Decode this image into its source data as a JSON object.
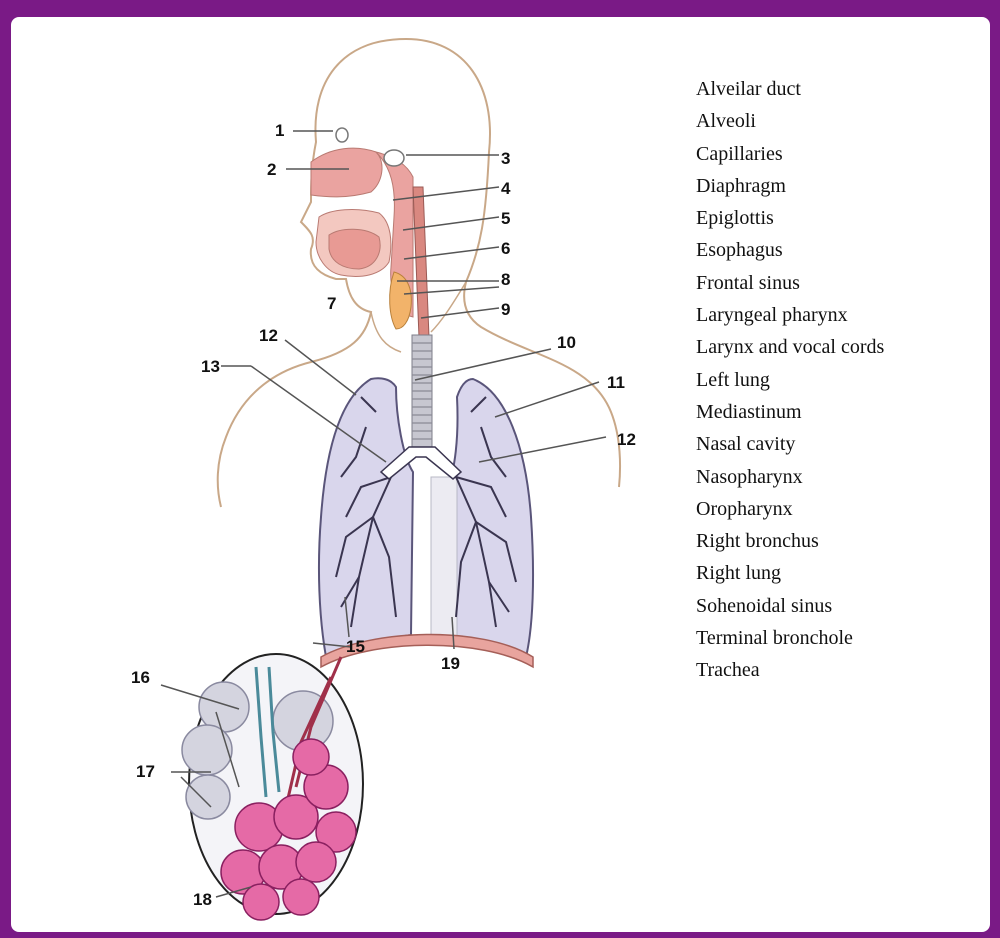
{
  "labels": [
    "1",
    "2",
    "3",
    "4",
    "5",
    "6",
    "7",
    "8",
    "9",
    "10",
    "11",
    "12",
    "12",
    "13",
    "15",
    "16",
    "17",
    "18",
    "19"
  ],
  "terms": [
    "Alveilar duct",
    "Alveoli",
    "Capillaries",
    "Diaphragm",
    "Epiglottis",
    "Esophagus",
    "Frontal sinus",
    "Laryngeal pharynx",
    "Larynx and vocal cords",
    "Left lung",
    "Mediastinum",
    "Nasal cavity",
    "Nasopharynx",
    "Oropharynx",
    "Right bronchus",
    "Right lung",
    "Sohenoidal sinus",
    "Terminal bronchole",
    "Trachea"
  ],
  "colors": {
    "frame": "#7a1a86",
    "skin_outline": "#c9a888",
    "nasal": "#eaa3a0",
    "lung_fill": "#d9d6ec",
    "lung_dark": "#3a3550",
    "trachea": "#c7c7d0",
    "diaphragm": "#e8a49e",
    "alveoli": "#e56aa6"
  }
}
